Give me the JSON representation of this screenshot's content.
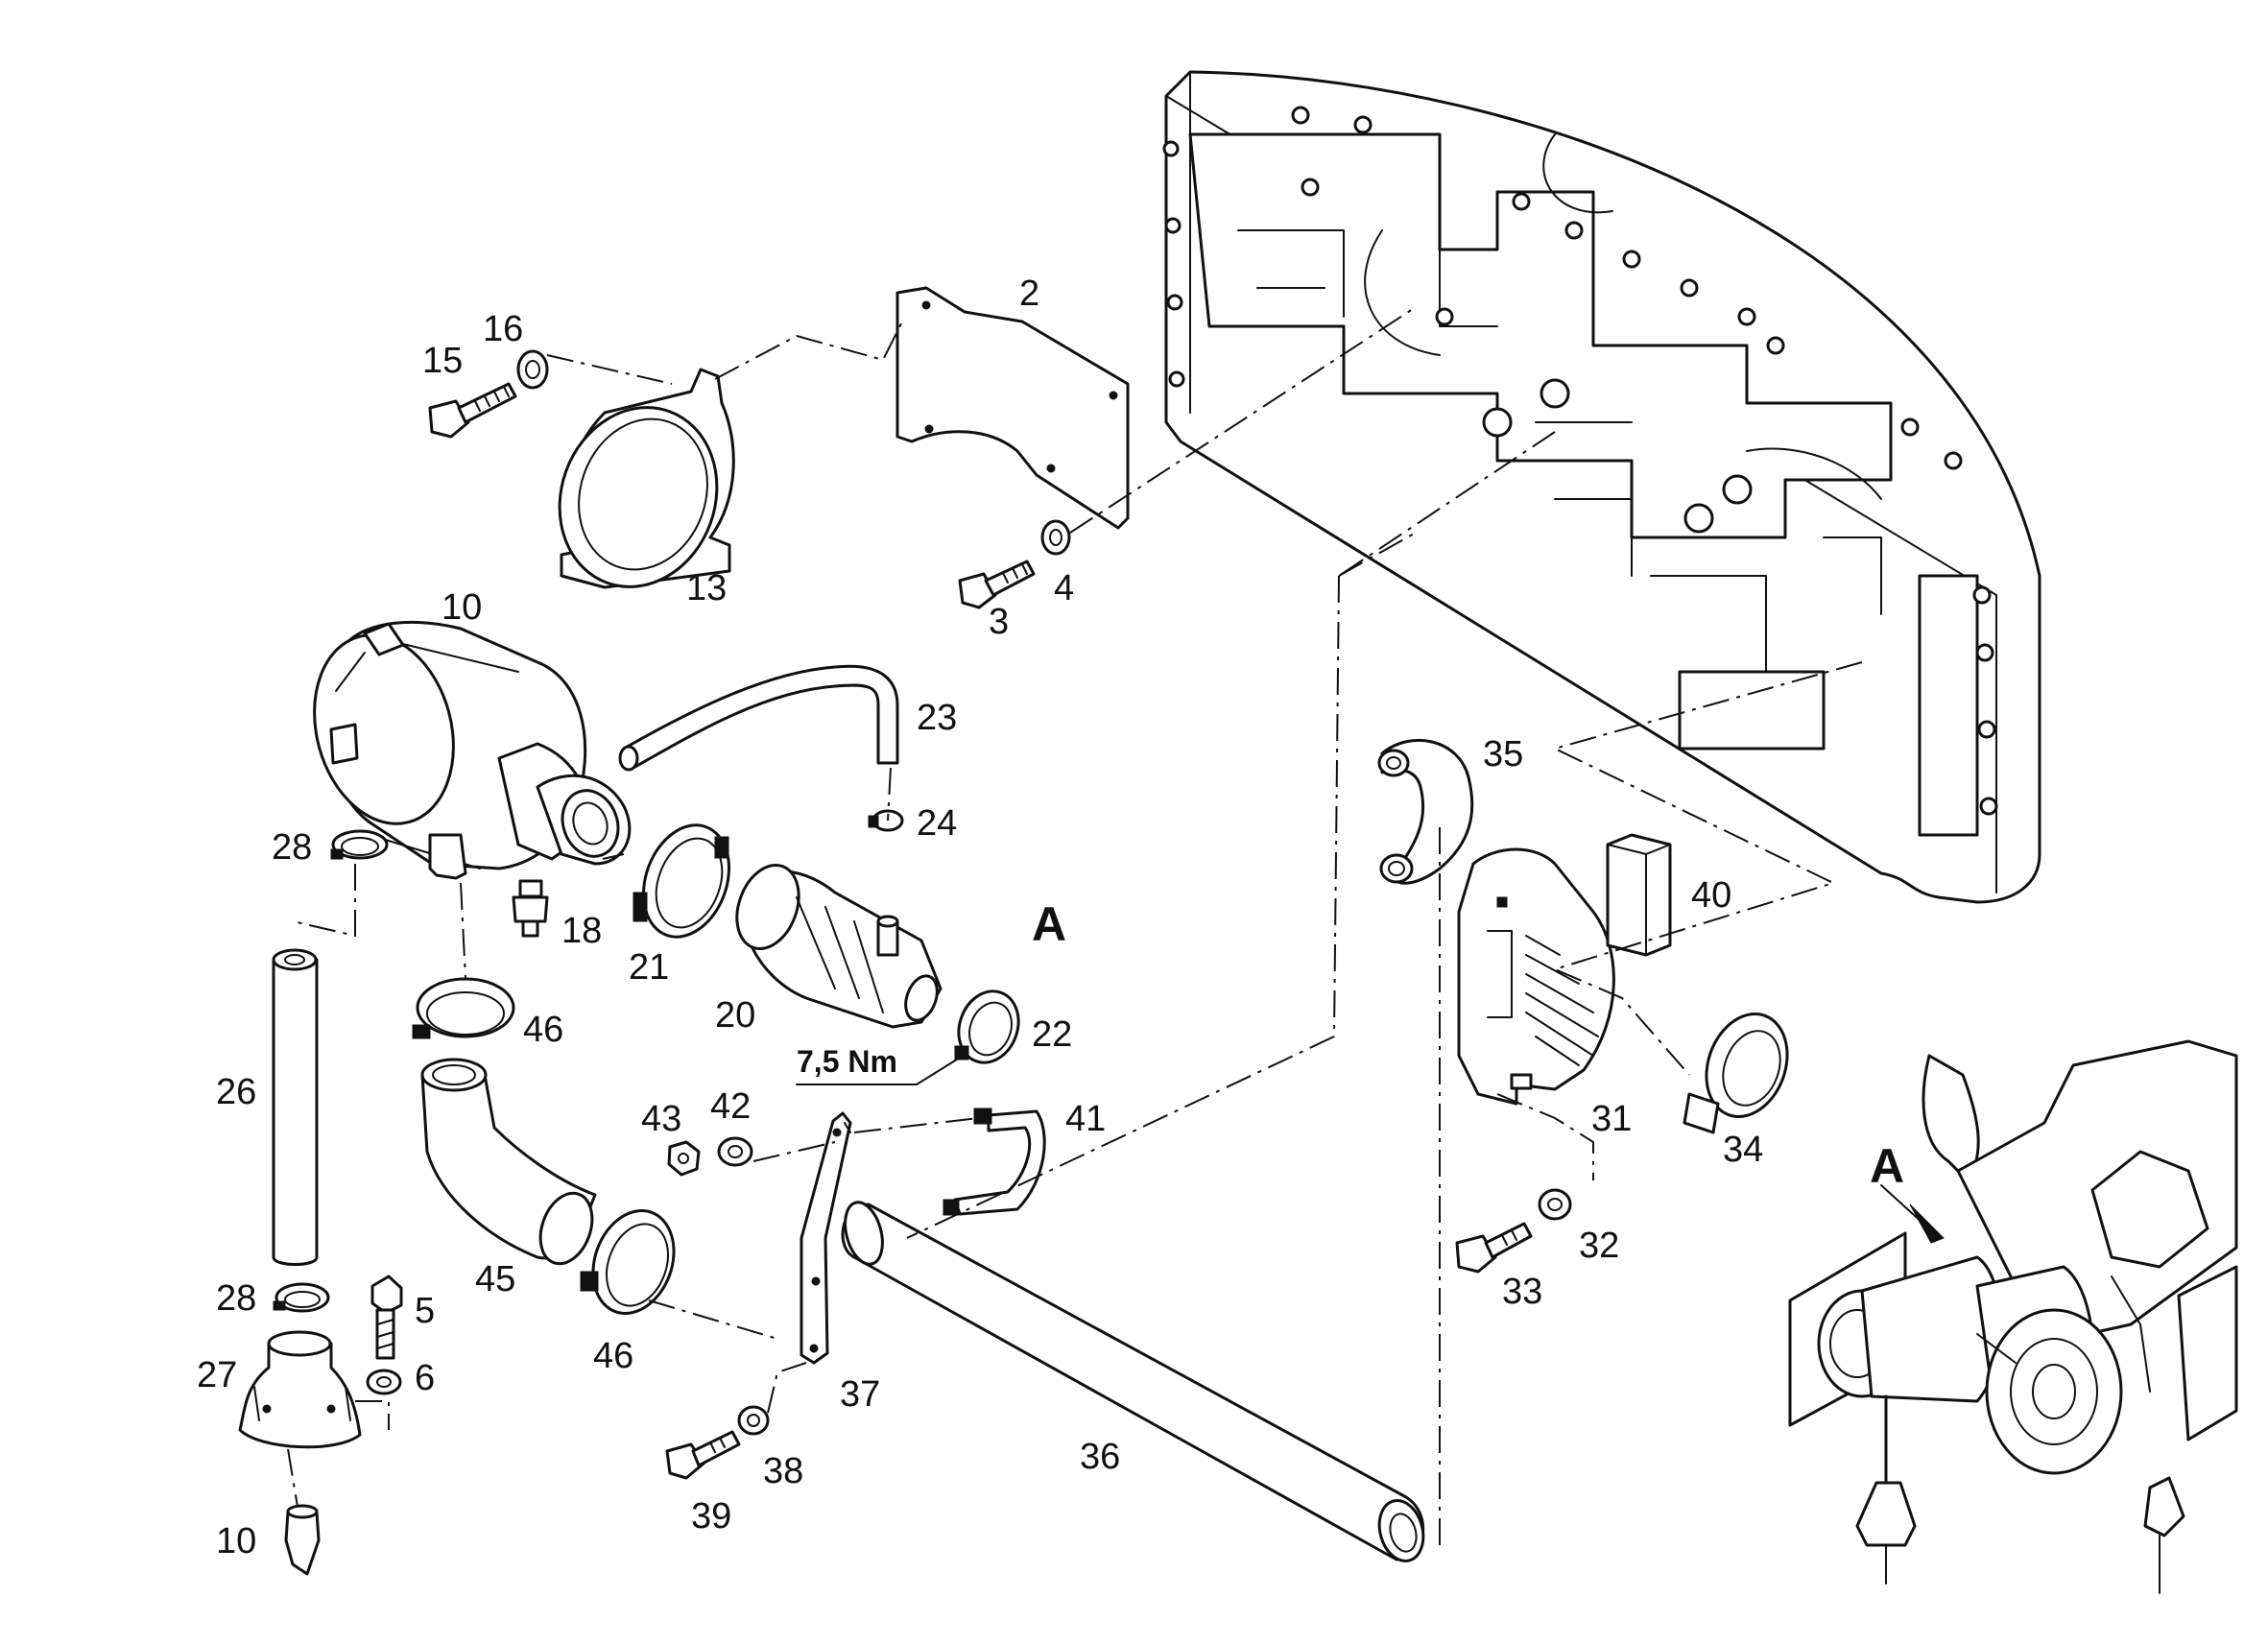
{
  "parts": [
    {
      "id": "p2",
      "label": "2"
    },
    {
      "id": "p3",
      "label": "3"
    },
    {
      "id": "p4",
      "label": "4"
    },
    {
      "id": "p5",
      "label": "5"
    },
    {
      "id": "p6",
      "label": "6"
    },
    {
      "id": "p10a",
      "label": "10"
    },
    {
      "id": "p10b",
      "label": "10"
    },
    {
      "id": "p13",
      "label": "13"
    },
    {
      "id": "p15",
      "label": "15"
    },
    {
      "id": "p16",
      "label": "16"
    },
    {
      "id": "p18",
      "label": "18"
    },
    {
      "id": "p20",
      "label": "20"
    },
    {
      "id": "p21",
      "label": "21"
    },
    {
      "id": "p22",
      "label": "22"
    },
    {
      "id": "p23",
      "label": "23"
    },
    {
      "id": "p24",
      "label": "24"
    },
    {
      "id": "p26",
      "label": "26"
    },
    {
      "id": "p27",
      "label": "27"
    },
    {
      "id": "p28a",
      "label": "28"
    },
    {
      "id": "p28b",
      "label": "28"
    },
    {
      "id": "p31",
      "label": "31"
    },
    {
      "id": "p32",
      "label": "32"
    },
    {
      "id": "p33",
      "label": "33"
    },
    {
      "id": "p34",
      "label": "34"
    },
    {
      "id": "p35",
      "label": "35"
    },
    {
      "id": "p36",
      "label": "36"
    },
    {
      "id": "p37",
      "label": "37"
    },
    {
      "id": "p38",
      "label": "38"
    },
    {
      "id": "p39",
      "label": "39"
    },
    {
      "id": "p40",
      "label": "40"
    },
    {
      "id": "p41",
      "label": "41"
    },
    {
      "id": "p42",
      "label": "42"
    },
    {
      "id": "p43",
      "label": "43"
    },
    {
      "id": "p45",
      "label": "45"
    },
    {
      "id": "p46a",
      "label": "46"
    },
    {
      "id": "p46b",
      "label": "46"
    }
  ],
  "view_marker": "A",
  "inset_marker": "A",
  "torque_note": "7,5 Nm"
}
